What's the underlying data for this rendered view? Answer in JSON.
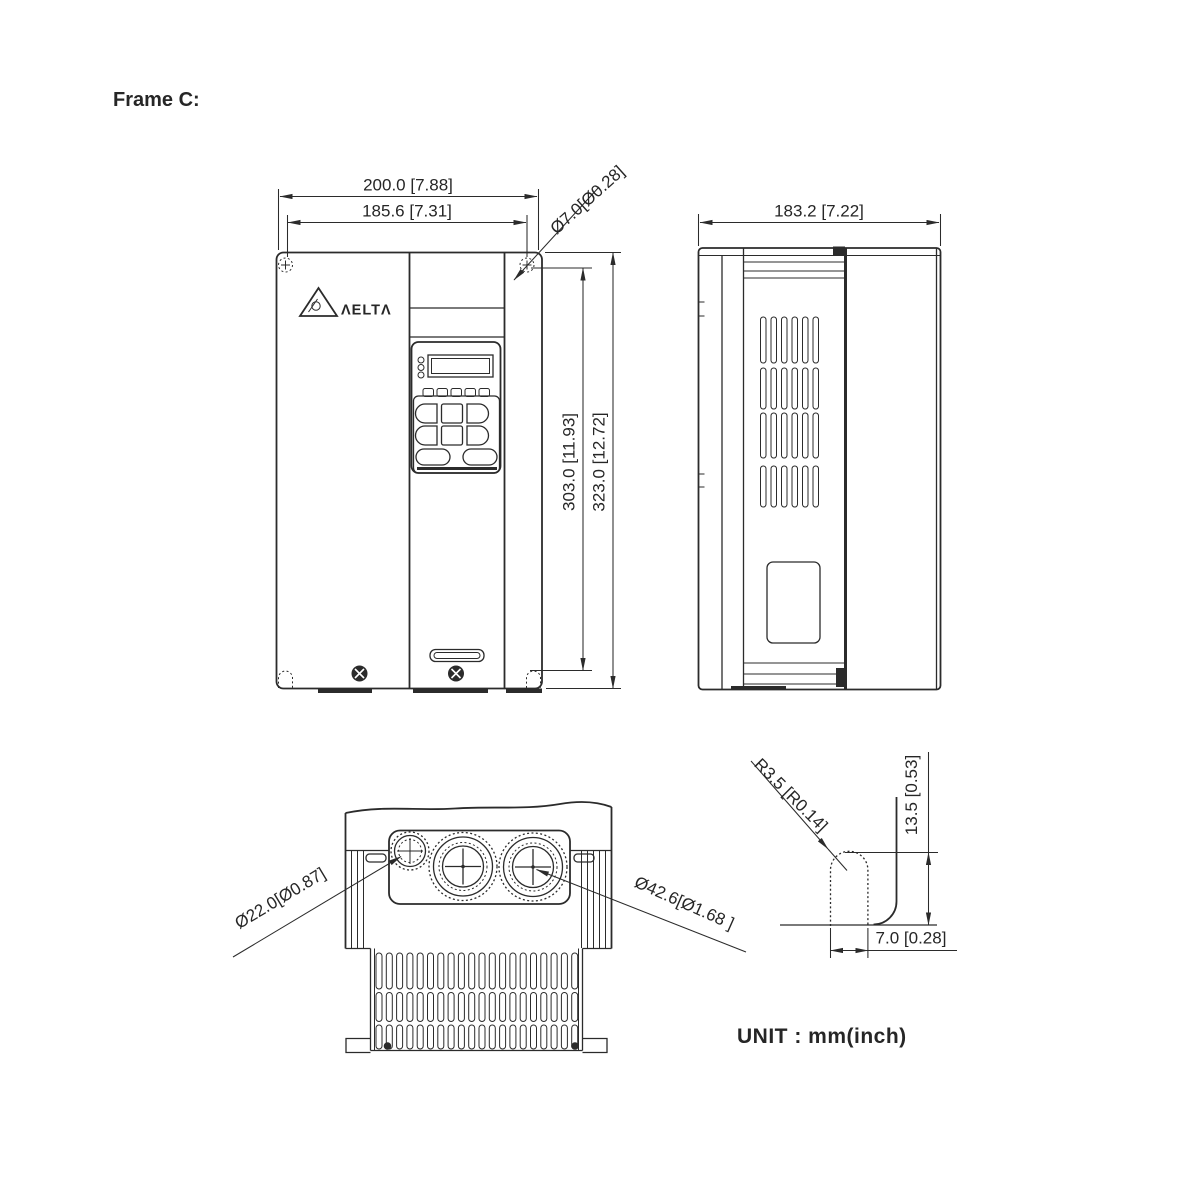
{
  "title": "Frame C:",
  "unit_label": "UNIT : mm(inch)",
  "line_color": "#2b2b2b",
  "logo": {
    "text": "ΛELTΛ"
  },
  "dimensions": {
    "front_overall_width": "200.0 [7.88]",
    "front_mounting_width": "185.6 [7.31]",
    "mounting_hole_diameter": "Ø7.0[Ø0.28]",
    "front_mounting_height": "303.0 [11.93]",
    "front_overall_height": "323.0 [12.72]",
    "side_depth": "183.2 [7.22]",
    "small_knockout_diameter": "Ø22.0[Ø0.87]",
    "large_knockout_diameter": "Ø42.6[Ø1.68 ]",
    "keyhole_slot_radius": "R3.5 [R0.14]",
    "keyhole_slot_height": "13.5 [0.53]",
    "keyhole_slot_width": "7.0 [0.28]"
  }
}
